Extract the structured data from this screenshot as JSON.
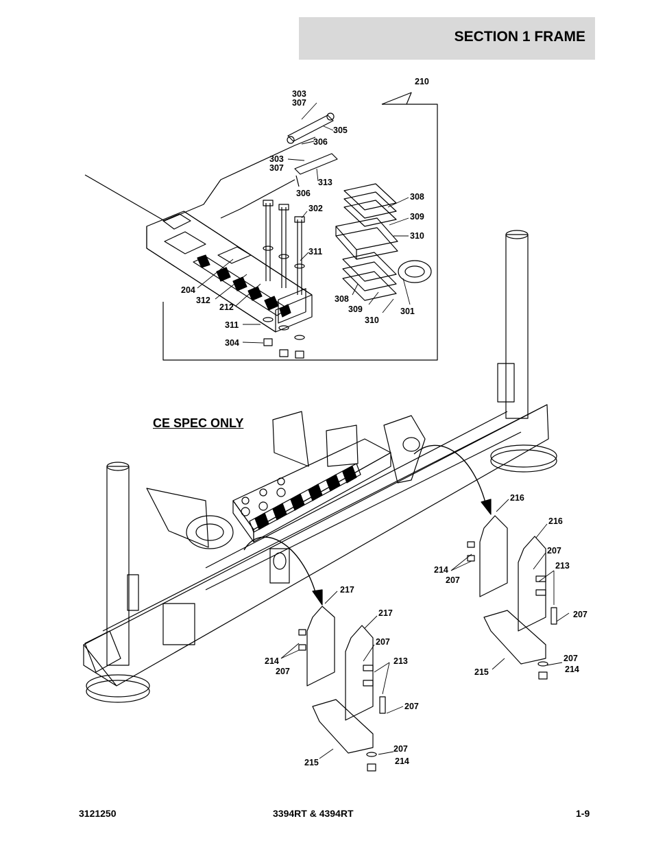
{
  "header": {
    "title": "SECTION 1  FRAME"
  },
  "annotation": {
    "ce_spec": "CE SPEC ONLY"
  },
  "footer": {
    "doc_number": "3121250",
    "models": "3394RT & 4394RT",
    "page": "1-9"
  },
  "callouts": {
    "inset": [
      "210",
      "303",
      "307",
      "305",
      "306",
      "303",
      "307",
      "313",
      "306",
      "302",
      "308",
      "309",
      "310",
      "311",
      "204",
      "312",
      "212",
      "308",
      "309",
      "310",
      "301",
      "311",
      "304"
    ],
    "main": [
      "216",
      "216",
      "207",
      "214",
      "213",
      "207",
      "207",
      "215",
      "207",
      "214",
      "217",
      "217",
      "207",
      "214",
      "213",
      "207",
      "207",
      "215",
      "207",
      "214"
    ]
  }
}
